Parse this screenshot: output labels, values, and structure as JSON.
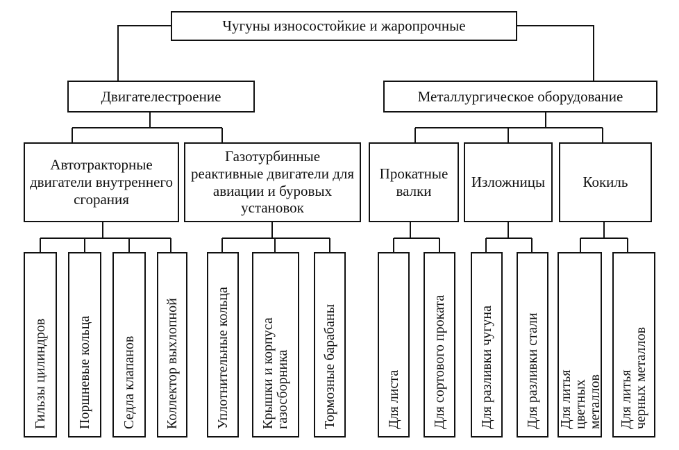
{
  "root": "Чугуны износостойкие и жаропрочные",
  "branches": [
    {
      "title": "Двигателестроение",
      "groups": [
        {
          "title": "Автотракторные двигатели внутреннего сгорания",
          "items": [
            "Гильзы цилиндров",
            "Поршневые кольца",
            "Седла клапанов",
            "Коллектор выхлопной"
          ]
        },
        {
          "title": "Газотурбинные реактивные двигатели для авиации и буровых установок",
          "items": [
            "Уплотнительные кольца",
            "Крышки и корпуса газосборника",
            "Тормозные барабаны"
          ]
        }
      ]
    },
    {
      "title": "Металлургическое оборудование",
      "groups": [
        {
          "title": "Прокатные валки",
          "items": [
            "Для листа",
            "Для сортового проката"
          ]
        },
        {
          "title": "Изложницы",
          "items": [
            "Для разливки чугуна",
            "Для разливки стали"
          ]
        },
        {
          "title": "Кокиль",
          "items": [
            "Для литья цветных металлов",
            "Для литья черных металлов"
          ]
        }
      ]
    }
  ]
}
